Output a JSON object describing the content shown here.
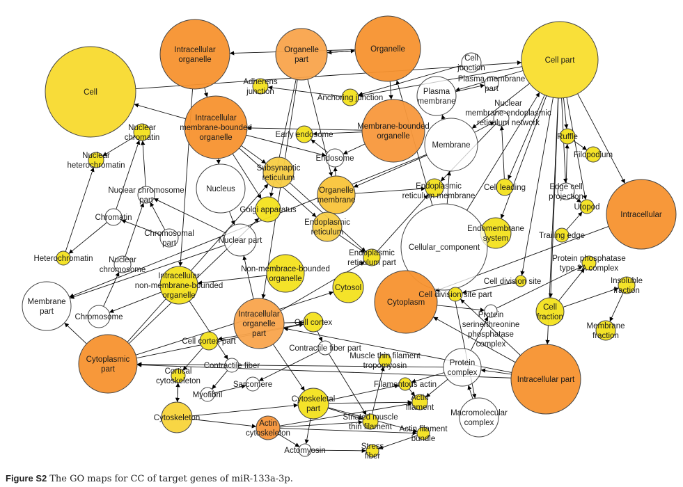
{
  "nodes": [
    {
      "id": "cell",
      "label": "Cell",
      "fill": "#F8DA2E"
    },
    {
      "id": "intracellular_organelle",
      "label": "Intracellular\norganelle",
      "fill": "#F7922F"
    },
    {
      "id": "organelle_part",
      "label": "Organelle\npart",
      "fill": "#F9A44C"
    },
    {
      "id": "organelle",
      "label": "Organelle",
      "fill": "#F7922F"
    },
    {
      "id": "cell_junction",
      "label": "Cell\njunction",
      "fill": "#FFFFFF"
    },
    {
      "id": "cell_part",
      "label": "Cell part",
      "fill": "#F9DE2E"
    },
    {
      "id": "adherens_junction",
      "label": "Adherens\njunction",
      "fill": "#F3E21E"
    },
    {
      "id": "anchoring_junction",
      "label": "Anchoring junction",
      "fill": "#F3E21E"
    },
    {
      "id": "plasma_membrane_part",
      "label": "Plasma membrane\npart",
      "fill": "#FFFFFF"
    },
    {
      "id": "plasma_membrane",
      "label": "Plasma\nmembrane",
      "fill": "#FFFFFF"
    },
    {
      "id": "membrane_bounded_organelle",
      "label": "Membrane-bounded\norganelle",
      "fill": "#F8983C"
    },
    {
      "id": "nuclear_membrane_er_network",
      "label": "Nuclear\nmembrane-endoplasmic\nreticulum network",
      "fill": "#FFFFFF"
    },
    {
      "id": "intracellular_membrane_bounded_organelle",
      "label": "Intracellular\nmembrane-bounded\norganelle",
      "fill": "#F7922F"
    },
    {
      "id": "early_endosome",
      "label": "Early endosome",
      "fill": "#F3E21E"
    },
    {
      "id": "endosome",
      "label": "Endosome",
      "fill": "#FFFFFF"
    },
    {
      "id": "membrane",
      "label": "Membrane",
      "fill": "#FFFFFF"
    },
    {
      "id": "ruffle",
      "label": "Ruffle",
      "fill": "#F3E21E"
    },
    {
      "id": "filopodium",
      "label": "Filopodium",
      "fill": "#F3E21E"
    },
    {
      "id": "nuclear_chromatin",
      "label": "Nuclear\nchromatin",
      "fill": "#F3E21E"
    },
    {
      "id": "nuclear_heterochromatin",
      "label": "Nuclear\nheterochromatin",
      "fill": "#F3E21E"
    },
    {
      "id": "subsynaptic_reticulum",
      "label": "Subsynaptic\nreticulum",
      "fill": "#F8CD45"
    },
    {
      "id": "nucleus",
      "label": "Nucleus",
      "fill": "#FFFFFF"
    },
    {
      "id": "organelle_membrane",
      "label": "Organelle\nmembrane",
      "fill": "#F9C43A"
    },
    {
      "id": "er_membrane",
      "label": "Endoplasmic\nreticulum membrane",
      "fill": "#F3E21E"
    },
    {
      "id": "cell_leading",
      "label": "Cell leading",
      "fill": "#F3E21E"
    },
    {
      "id": "edge_cell_projection",
      "label": "Edge cell\nprojection",
      "fill": "#FFFFFF"
    },
    {
      "id": "nuclear_chromosome_part",
      "label": "Nuclear chromosome\npart",
      "fill": "#FFFFFF"
    },
    {
      "id": "golgi",
      "label": "Golgi apparatus",
      "fill": "#F3E21E"
    },
    {
      "id": "utopod",
      "label": "Utopod",
      "fill": "#F3E21E"
    },
    {
      "id": "intracellular",
      "label": "Intracellular",
      "fill": "#F7922F"
    },
    {
      "id": "chromatin",
      "label": "Chromatin",
      "fill": "#FFFFFF"
    },
    {
      "id": "er",
      "label": "Endoplasmic\nreticulum",
      "fill": "#F8CD45"
    },
    {
      "id": "chromosomal_part",
      "label": "Chromosomal\npart",
      "fill": "#FFFFFF"
    },
    {
      "id": "nuclear_part",
      "label": "Nuclear part",
      "fill": "#FFFFFF"
    },
    {
      "id": "endomembrane_system",
      "label": "Endomembrane\nsystem",
      "fill": "#F3E21E"
    },
    {
      "id": "trailing_edge",
      "label": "Trailing edge",
      "fill": "#F3E21E"
    },
    {
      "id": "cellular_component",
      "label": "Cellular_component",
      "fill": "#FFFFFF"
    },
    {
      "id": "heterochromatin",
      "label": "Heterochromatin",
      "fill": "#F3E21E"
    },
    {
      "id": "nuclear_chromosome",
      "label": "Nuclear\nchromosome",
      "fill": "#FFFFFF"
    },
    {
      "id": "er_part",
      "label": "Endoplasmic\nreticulum part",
      "fill": "#F3E21E"
    },
    {
      "id": "protein_phosphatase_type2a",
      "label": "Protein phosphatase\ntype 2A complex",
      "fill": "#F3E21E"
    },
    {
      "id": "non_membrane_bounded",
      "label": "Non-membrace-bounded\norganelle",
      "fill": "#F3E21E"
    },
    {
      "id": "cell_division_site",
      "label": "Cell division site",
      "fill": "#F3E21E"
    },
    {
      "id": "insoluble_fraction",
      "label": "Insoluble\nfraction",
      "fill": "#F3E21E"
    },
    {
      "id": "membrane_part",
      "label": "Membrane\npart",
      "fill": "#FFFFFF"
    },
    {
      "id": "chromosome",
      "label": "Chromosome",
      "fill": "#FFFFFF"
    },
    {
      "id": "intracellular_non_mbo",
      "label": "Intracellular\nnon-membrane-bounded\norganelle",
      "fill": "#F3E21E"
    },
    {
      "id": "cytosol",
      "label": "Cytosol",
      "fill": "#F3E21E"
    },
    {
      "id": "cytoplasm",
      "label": "Cytoplasm",
      "fill": "#F7922F"
    },
    {
      "id": "cell_division_site_part",
      "label": "Cell division site part",
      "fill": "#F3E21E"
    },
    {
      "id": "intracellular_organelle_part",
      "label": "Intracellular\norganelle\npart",
      "fill": "#F9A44C"
    },
    {
      "id": "cell_fraction",
      "label": "Cell\nfraction",
      "fill": "#F3E21E"
    },
    {
      "id": "protein_ser_thr_phosphatase_complex",
      "label": "Protein\nserine/threonine\nphosphatase\ncomplex",
      "fill": "#FFFFFF"
    },
    {
      "id": "membrane_fraction",
      "label": "Membrane\nfraction",
      "fill": "#F3E21E"
    },
    {
      "id": "cell_cortex",
      "label": "Cell cortex",
      "fill": "#F3E21E"
    },
    {
      "id": "cytoplasmic_part",
      "label": "Cytoplasmic\npart",
      "fill": "#F7922F"
    },
    {
      "id": "cell_cortex_part",
      "label": "Cell cortex part",
      "fill": "#F3E21E"
    },
    {
      "id": "contractile_fiber_part",
      "label": "Contractile fiber part",
      "fill": "#FFFFFF"
    },
    {
      "id": "contractile_fiber",
      "label": "Contractile fiber",
      "fill": "#FFFFFF"
    },
    {
      "id": "muscle_thin_filament_tropomyosin",
      "label": "Muscle thin filament\ntropomyosin",
      "fill": "#F3E21E"
    },
    {
      "id": "protein_complex",
      "label": "Protein\ncomplex",
      "fill": "#FFFFFF"
    },
    {
      "id": "intracellular_part",
      "label": "Intracellular part",
      "fill": "#F7922F"
    },
    {
      "id": "cortical_cytoskeleton",
      "label": "Cortical\ncytoskeleton",
      "fill": "#F3E21E"
    },
    {
      "id": "myofibril",
      "label": "Myofibril",
      "fill": "#FFFFFF"
    },
    {
      "id": "sarcomere",
      "label": "Sarcomere",
      "fill": "#FFFFFF"
    },
    {
      "id": "filamentous_actin",
      "label": "Filamentous actin",
      "fill": "#F3E21E"
    },
    {
      "id": "cytoskeletal_part",
      "label": "Cytoskeletal\npart",
      "fill": "#F3E21E"
    },
    {
      "id": "actin_filament",
      "label": "Actin\nfilament",
      "fill": "#F3E21E"
    },
    {
      "id": "macromolecular_complex",
      "label": "Macromolecular\ncomplex",
      "fill": "#FFFFFF"
    },
    {
      "id": "cytoskeleton",
      "label": "Cytoskeleton",
      "fill": "#F8D43A"
    },
    {
      "id": "actin_cytoskeleton",
      "label": "Actin\ncytoskeleton",
      "fill": "#F7953A"
    },
    {
      "id": "striated_muscle_thin_filament",
      "label": "Striated muscle\nthin filament",
      "fill": "#F3E21E"
    },
    {
      "id": "actin_filament_bundle",
      "label": "Actin filament\nbundle",
      "fill": "#F3E21E"
    },
    {
      "id": "actomyosin",
      "label": "Actomyosin",
      "fill": "#FFFFFF"
    },
    {
      "id": "stress_fiber",
      "label": "Stress\nfiber",
      "fill": "#F3E21E"
    }
  ],
  "edges": [
    [
      "organelle",
      "intracellular_organelle"
    ],
    [
      "organelle",
      "organelle_part"
    ],
    [
      "organelle_part",
      "organelle"
    ],
    [
      "cell",
      "cell_part"
    ],
    [
      "cell_part",
      "intracellular"
    ],
    [
      "cell_part",
      "intracellular_part"
    ],
    [
      "cell_part",
      "membrane"
    ],
    [
      "cell_part",
      "plasma_membrane"
    ],
    [
      "cell_part",
      "cell_leading"
    ],
    [
      "cell_part",
      "ruffle"
    ],
    [
      "cell_part",
      "edge_cell_projection"
    ],
    [
      "cell_part",
      "cell_fraction"
    ],
    [
      "cell_part",
      "cell_division_site"
    ],
    [
      "cell_part",
      "endomembrane_system"
    ],
    [
      "cell_part",
      "utopod"
    ],
    [
      "cell_part",
      "anchoring_junction"
    ],
    [
      "cell_junction",
      "anchoring_junction"
    ],
    [
      "anchoring_junction",
      "adherens_junction"
    ],
    [
      "plasma_membrane",
      "plasma_membrane_part"
    ],
    [
      "membrane",
      "plasma_membrane"
    ],
    [
      "membrane",
      "membrane_part"
    ],
    [
      "membrane",
      "organelle_membrane"
    ],
    [
      "membrane",
      "nuclear_membrane_er_network"
    ],
    [
      "organelle",
      "membrane_bounded_organelle"
    ],
    [
      "intracellular_organelle",
      "intracellular_membrane_bounded_organelle"
    ],
    [
      "intracellular_organelle",
      "intracellular_non_mbo"
    ],
    [
      "membrane_bounded_organelle",
      "intracellular_membrane_bounded_organelle"
    ],
    [
      "membrane_bounded_organelle",
      "early_endosome"
    ],
    [
      "membrane_bounded_organelle",
      "endosome"
    ],
    [
      "intracellular_membrane_bounded_organelle",
      "nucleus"
    ],
    [
      "intracellular_membrane_bounded_organelle",
      "subsynaptic_reticulum"
    ],
    [
      "intracellular_membrane_bounded_organelle",
      "golgi"
    ],
    [
      "intracellular_membrane_bounded_organelle",
      "er"
    ],
    [
      "intracellular_membrane_bounded_organelle",
      "endosome"
    ],
    [
      "intracellular_membrane_bounded_organelle",
      "cell"
    ],
    [
      "endosome",
      "early_endosome"
    ],
    [
      "er",
      "er_part"
    ],
    [
      "er_part",
      "er_membrane"
    ],
    [
      "organelle_membrane",
      "er_membrane"
    ],
    [
      "nuclear_membrane_er_network",
      "er_membrane"
    ],
    [
      "subsynaptic_reticulum",
      "er_part"
    ],
    [
      "organelle_part",
      "organelle_membrane"
    ],
    [
      "organelle_part",
      "intracellular_organelle_part"
    ],
    [
      "organelle_part",
      "golgi"
    ],
    [
      "nucleus",
      "nuclear_part"
    ],
    [
      "nuclear_part",
      "nuclear_chromosome_part"
    ],
    [
      "nuclear_part",
      "membrane_part"
    ],
    [
      "nuclear_chromosome_part",
      "nuclear_chromatin"
    ],
    [
      "chromatin",
      "nuclear_chromatin"
    ],
    [
      "chromosomal_part",
      "nuclear_chromosome_part"
    ],
    [
      "chromosomal_part",
      "chromatin"
    ],
    [
      "nuclear_chromatin",
      "nuclear_heterochromatin"
    ],
    [
      "heterochromatin",
      "nuclear_heterochromatin"
    ],
    [
      "chromatin",
      "heterochromatin"
    ],
    [
      "nuclear_chromosome",
      "nuclear_chromosome_part"
    ],
    [
      "chromosome",
      "nuclear_chromosome"
    ],
    [
      "intracellular_non_mbo",
      "chromosome"
    ],
    [
      "non_membrane_bounded",
      "intracellular_non_mbo"
    ],
    [
      "intracellular_organelle_part",
      "nuclear_part"
    ],
    [
      "intracellular_organelle_part",
      "cell_cortex"
    ],
    [
      "intracellular",
      "cytoplasm"
    ],
    [
      "intracellular_part",
      "cytoplasm"
    ],
    [
      "intracellular_part",
      "protein_complex"
    ],
    [
      "intracellular_part",
      "cytoplasmic_part"
    ],
    [
      "intracellular_part",
      "intracellular_organelle_part"
    ],
    [
      "intracellular_part",
      "cell_division_site_part"
    ],
    [
      "cell_division_site",
      "cell_division_site_part"
    ],
    [
      "cell_fraction",
      "insoluble_fraction"
    ],
    [
      "cell_fraction",
      "protein_phosphatase_type2a"
    ],
    [
      "insoluble_fraction",
      "membrane_fraction"
    ],
    [
      "protein_complex",
      "protein_ser_thr_phosphatase_complex"
    ],
    [
      "protein_ser_thr_phosphatase_complex",
      "protein_phosphatase_type2a"
    ],
    [
      "macromolecular_complex",
      "protein_complex"
    ],
    [
      "protein_complex",
      "filamentous_actin"
    ],
    [
      "protein_complex",
      "actin_filament"
    ],
    [
      "cytoplasmic_part",
      "cytosol"
    ],
    [
      "cytoplasmic_part",
      "cell_cortex"
    ],
    [
      "cytoplasmic_part",
      "membrane_part"
    ],
    [
      "cytoplasmic_part",
      "subsynaptic_reticulum"
    ],
    [
      "cytoplasmic_part",
      "golgi"
    ],
    [
      "protein_complex",
      "cytoplasmic_part"
    ],
    [
      "cell_cortex",
      "cell_cortex_part"
    ],
    [
      "cell_cortex_part",
      "cortical_cytoskeleton"
    ],
    [
      "cytoskeleton",
      "cortical_cytoskeleton"
    ],
    [
      "cortical_cytoskeleton",
      "cytoskeleton"
    ],
    [
      "cytoskeleton",
      "cytoskeletal_part"
    ],
    [
      "cytoskeleton",
      "actin_cytoskeleton"
    ],
    [
      "cytoskeletal_part",
      "actin_filament"
    ],
    [
      "cytoskeletal_part",
      "striated_muscle_thin_filament"
    ],
    [
      "cytoskeletal_part",
      "actin_filament_bundle"
    ],
    [
      "cytoskeletal_part",
      "actomyosin"
    ],
    [
      "cytoskeletal_part",
      "filamentous_actin"
    ],
    [
      "actin_cytoskeleton",
      "actin_filament"
    ],
    [
      "actin_cytoskeleton",
      "striated_muscle_thin_filament"
    ],
    [
      "actin_cytoskeleton",
      "actin_filament_bundle"
    ],
    [
      "actin_cytoskeleton",
      "actomyosin"
    ],
    [
      "actomyosin",
      "stress_fiber"
    ],
    [
      "actin_filament_bundle",
      "stress_fiber"
    ],
    [
      "striated_muscle_thin_filament",
      "muscle_thin_filament_tropomyosin"
    ],
    [
      "contractile_fiber_part",
      "striated_muscle_thin_filament"
    ],
    [
      "contractile_fiber_part",
      "sarcomere"
    ],
    [
      "contractile_fiber",
      "myofibril"
    ],
    [
      "myofibril",
      "sarcomere"
    ],
    [
      "intracellular_non_mbo",
      "contractile_fiber"
    ],
    [
      "cell_cortex",
      "contractile_fiber_part"
    ],
    [
      "intracellular_organelle_part",
      "cytoskeletal_part"
    ],
    [
      "cellular_component",
      "cell_part"
    ],
    [
      "cellular_component",
      "membrane"
    ],
    [
      "cellular_component",
      "macromolecular_complex"
    ],
    [
      "cellular_component",
      "organelle"
    ],
    [
      "filamentous_actin",
      "actin_filament"
    ],
    [
      "edge_cell_projection",
      "utopod"
    ],
    [
      "edge_cell_projection",
      "ruffle"
    ],
    [
      "ruffle",
      "filopodium"
    ],
    [
      "trailing_edge",
      "utopod"
    ],
    [
      "cell_leading",
      "nuclear_membrane_er_network"
    ],
    [
      "organelle_membrane",
      "endosome"
    ],
    [
      "cytoplasm",
      "protein_ser_thr_phosphatase_complex"
    ],
    [
      "intracellular_organelle_part",
      "er_part"
    ]
  ],
  "caption": {
    "bold": "Figure S2",
    "text": "The GO maps for CC of target genes of miR-133a-3p."
  }
}
